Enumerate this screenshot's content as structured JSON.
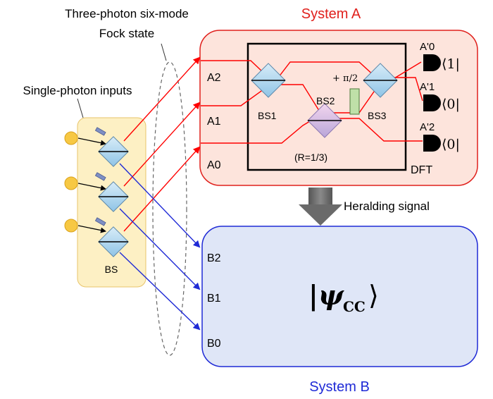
{
  "labels": {
    "fock_line1": "Three-photon six-mode",
    "fock_line2": "Fock state",
    "inputs": "Single-photon inputs",
    "bs_group": "BS",
    "system_a": "System A",
    "system_b": "System B",
    "heralding": "Heralding signal",
    "dft": "DFT",
    "bs1": "BS1",
    "bs2": "BS2",
    "bs3": "BS3",
    "reflectivity": "(R=1/3)",
    "phase": "+ π/2",
    "psi": "|ψ",
    "psi_sub": "CC",
    "psi_close": "⟩"
  },
  "modes_a": [
    "A2",
    "A1",
    "A0"
  ],
  "modes_b": [
    "B2",
    "B1",
    "B0"
  ],
  "detectors": [
    {
      "port": "A'0",
      "state": "⟨1|"
    },
    {
      "port": "A'1",
      "state": "⟨0|"
    },
    {
      "port": "A'2",
      "state": "⟨0|"
    }
  ],
  "colors": {
    "system_a_fill": "#fde4dc",
    "system_a_border": "#e0201c",
    "system_b_fill": "#dfe6f7",
    "system_b_border": "#1f2ad6",
    "input_panel": "#fdf0c4",
    "red_beam": "#ff0000",
    "blue_beam": "#1f2ad6"
  }
}
